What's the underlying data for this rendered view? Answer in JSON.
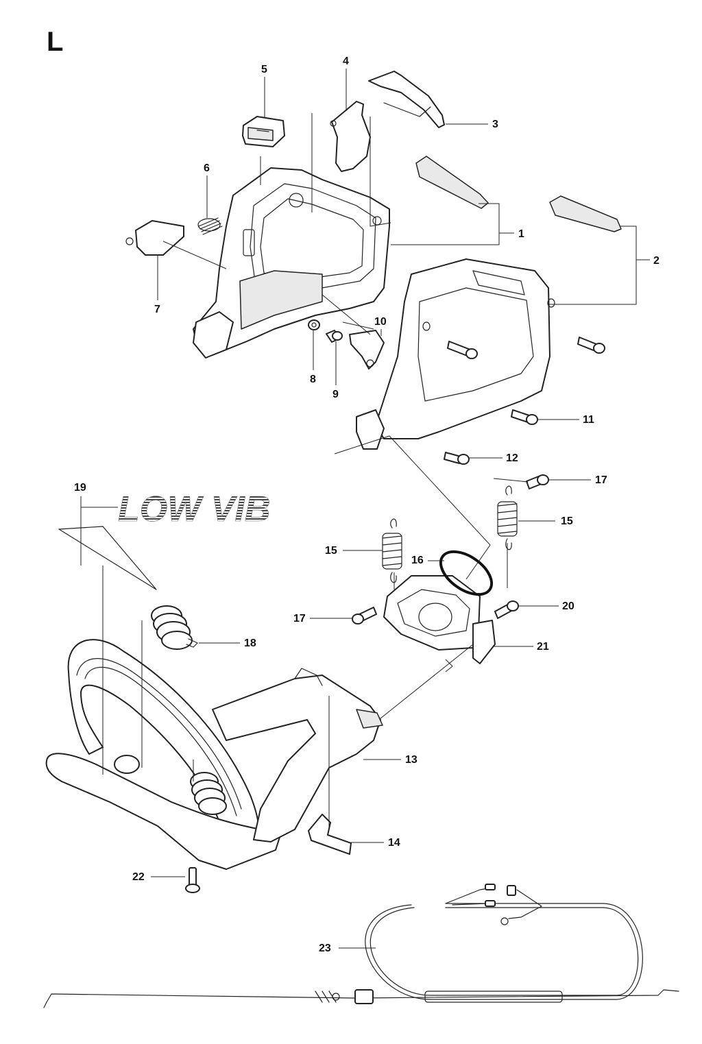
{
  "section_letter": "L",
  "logo_text": "LOW VIB",
  "callouts": [
    "1",
    "2",
    "3",
    "4",
    "5",
    "6",
    "7",
    "8",
    "9",
    "10",
    "11",
    "12",
    "13",
    "14",
    "15",
    "15",
    "16",
    "17",
    "17",
    "18",
    "19",
    "20",
    "21",
    "22",
    "23"
  ]
}
